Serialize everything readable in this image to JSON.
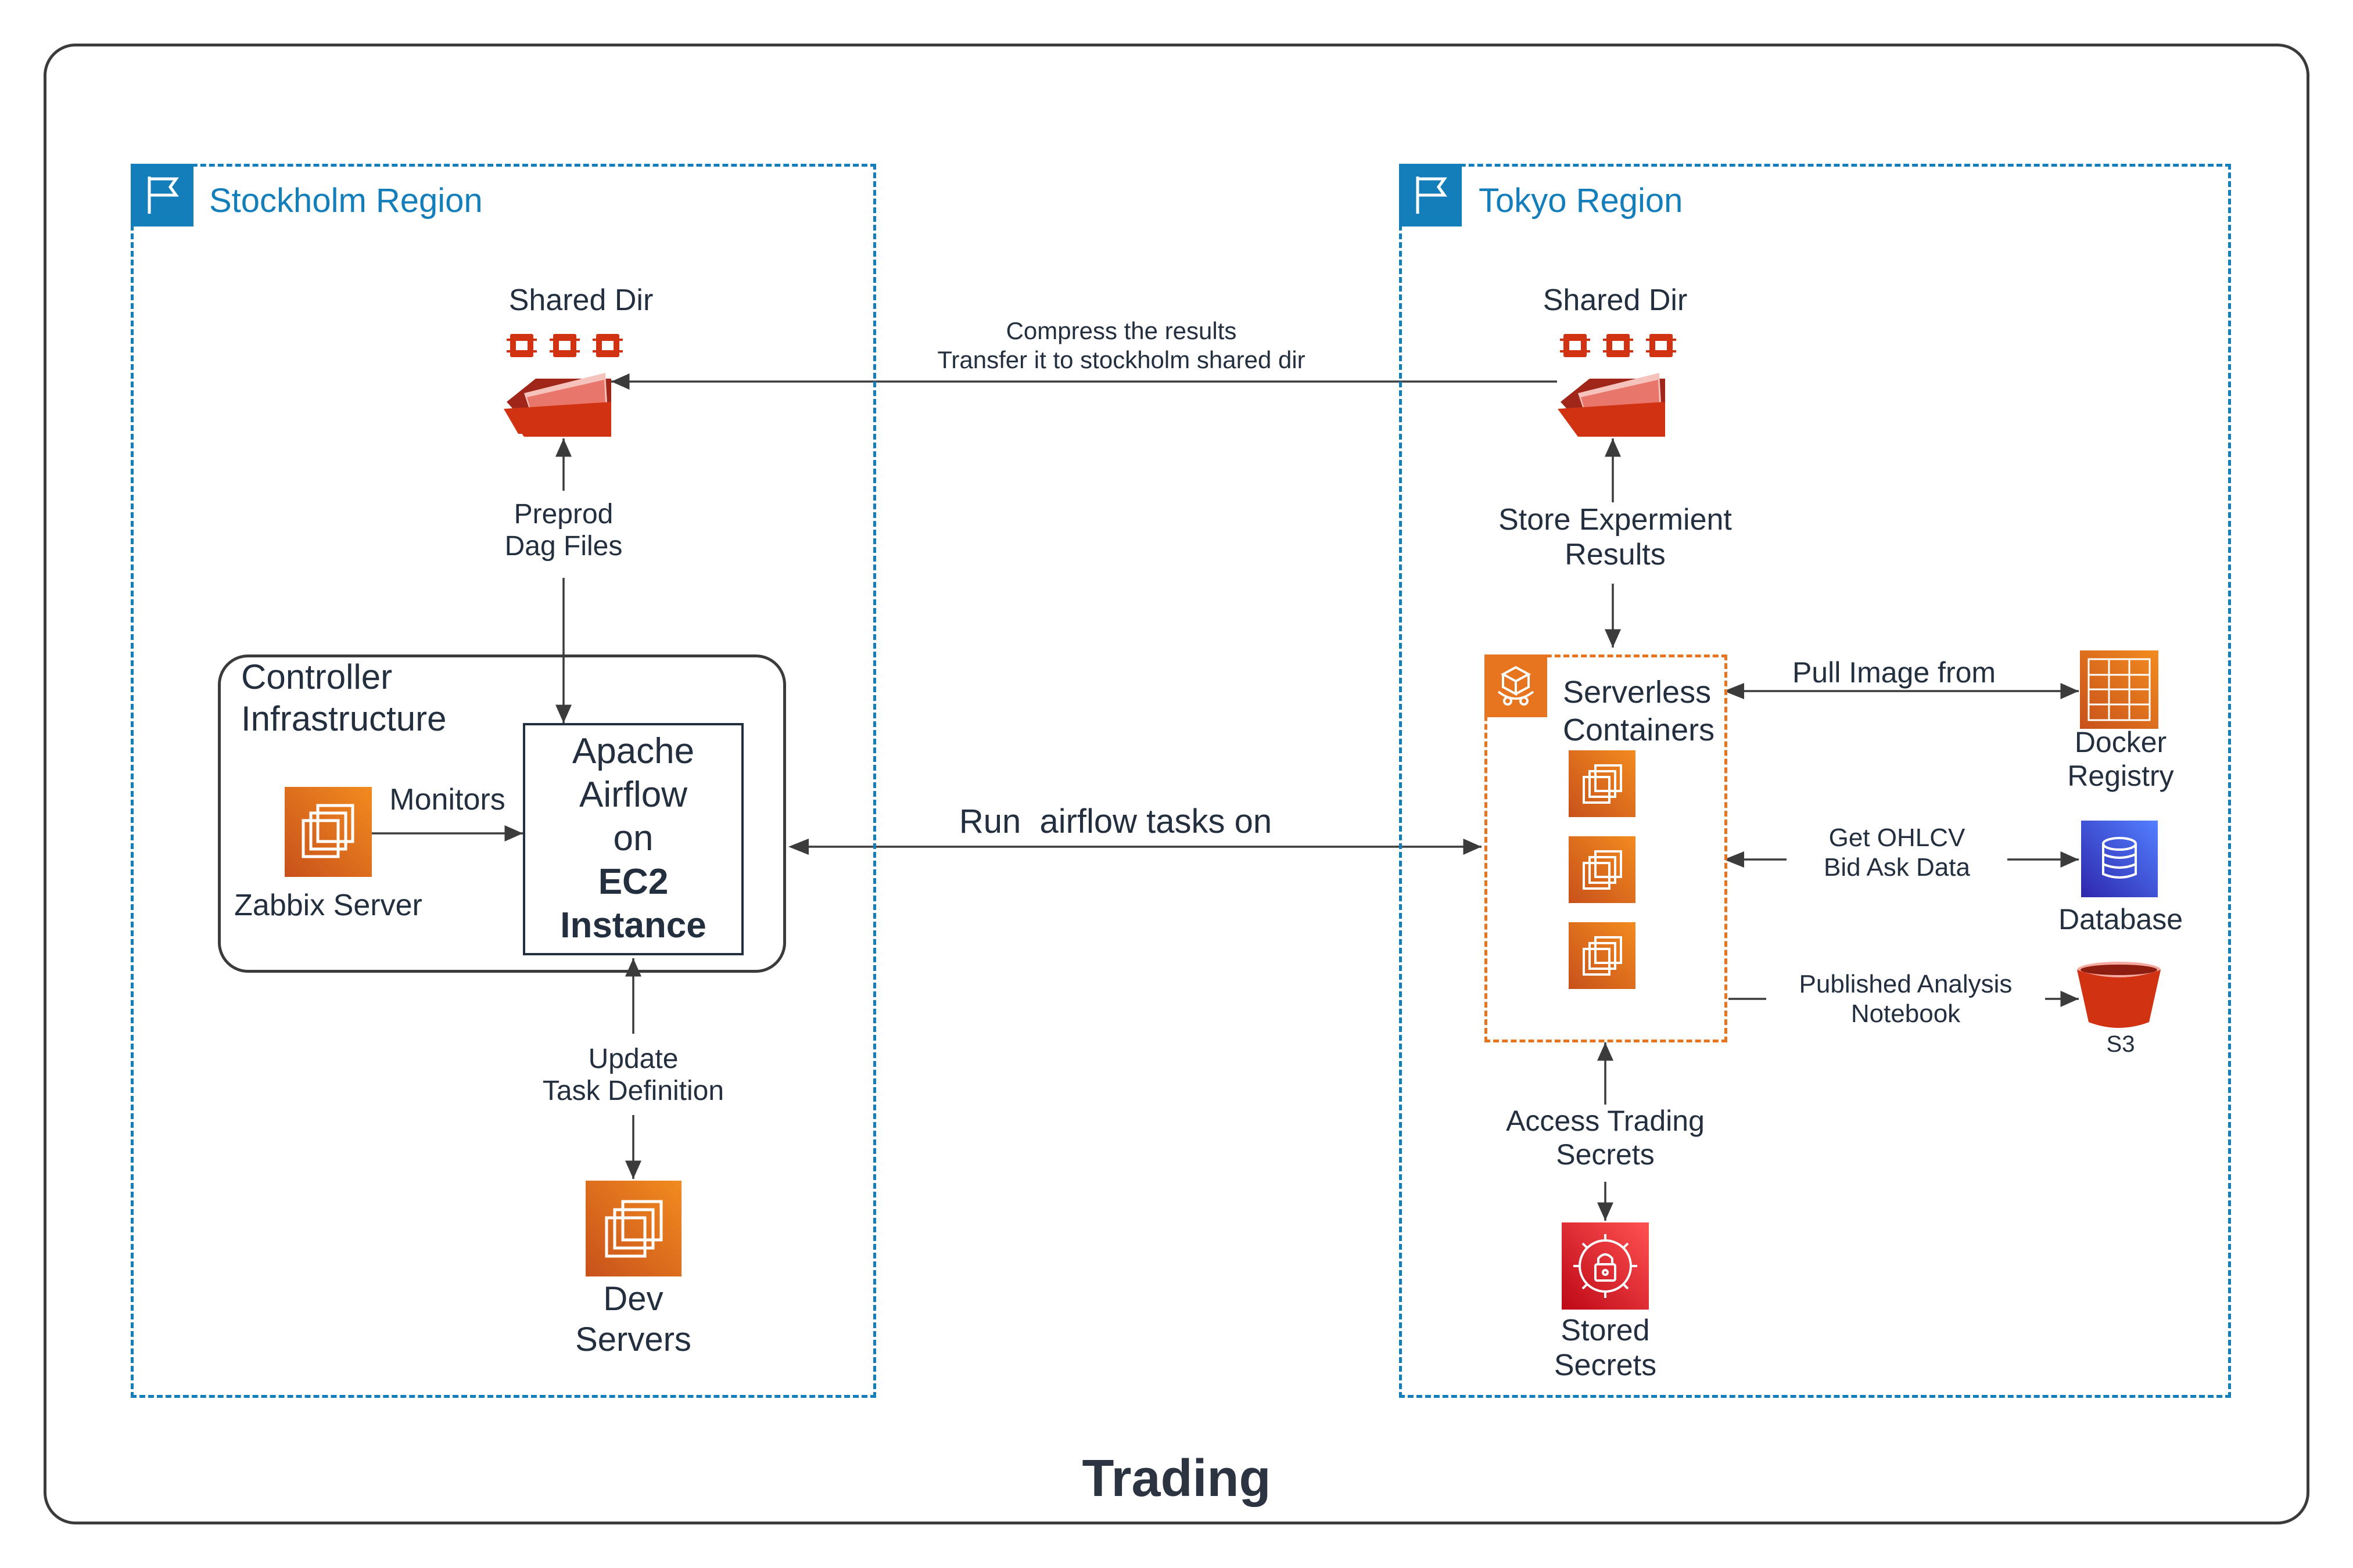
{
  "title": "Trading",
  "stockholm": {
    "region_title": "Stockholm Region",
    "shared_dir": "Shared Dir",
    "preprod_label": "Preprod\nDag Files",
    "controller_title": "Controller\nInfrastructure",
    "zabbix_label": "Zabbix Server",
    "monitors_label": "Monitors",
    "airflow_line1": "Apache",
    "airflow_line2": "Airflow",
    "airflow_line3": "on",
    "airflow_line4": "EC2",
    "airflow_line5": "Instance",
    "update_label": "Update\nTask Definition",
    "dev_label": "Dev\nServers"
  },
  "tokyo": {
    "region_title": "Tokyo Region",
    "shared_dir": "Shared Dir",
    "store_label": "Store Expermient\nResults",
    "serverless_label": "Serverless\nContainers",
    "pull_label": "Pull Image from",
    "docker_label": "Docker\nRegistry",
    "ohlcv_label": "Get OHLCV\nBid Ask Data",
    "database_label": "Database",
    "published_label": "Published Analysis\nNotebook",
    "s3_label": "S3",
    "secrets_access_label": "Access Trading\nSecrets",
    "stored_secrets_label": "Stored\nSecrets"
  },
  "cross": {
    "compress_label": "Compress the results\nTransfer it to stockholm shared dir",
    "run_label": "Run  airflow tasks on"
  },
  "colors": {
    "region": "#147eba",
    "compute": "#e7741e",
    "storage": "#d13212",
    "database": "#3b48cc",
    "security": "#dd344c",
    "dark": "#232f3e"
  },
  "icons": {
    "region": "region-flag-icon",
    "shared_dir": "efs-shared-dir-icon",
    "ec2": "ec2-instance-icon",
    "fargate": "fargate-serverless-icon",
    "ecr": "docker-registry-icon",
    "database": "database-icon",
    "s3": "s3-bucket-icon",
    "secrets": "secrets-manager-icon"
  }
}
